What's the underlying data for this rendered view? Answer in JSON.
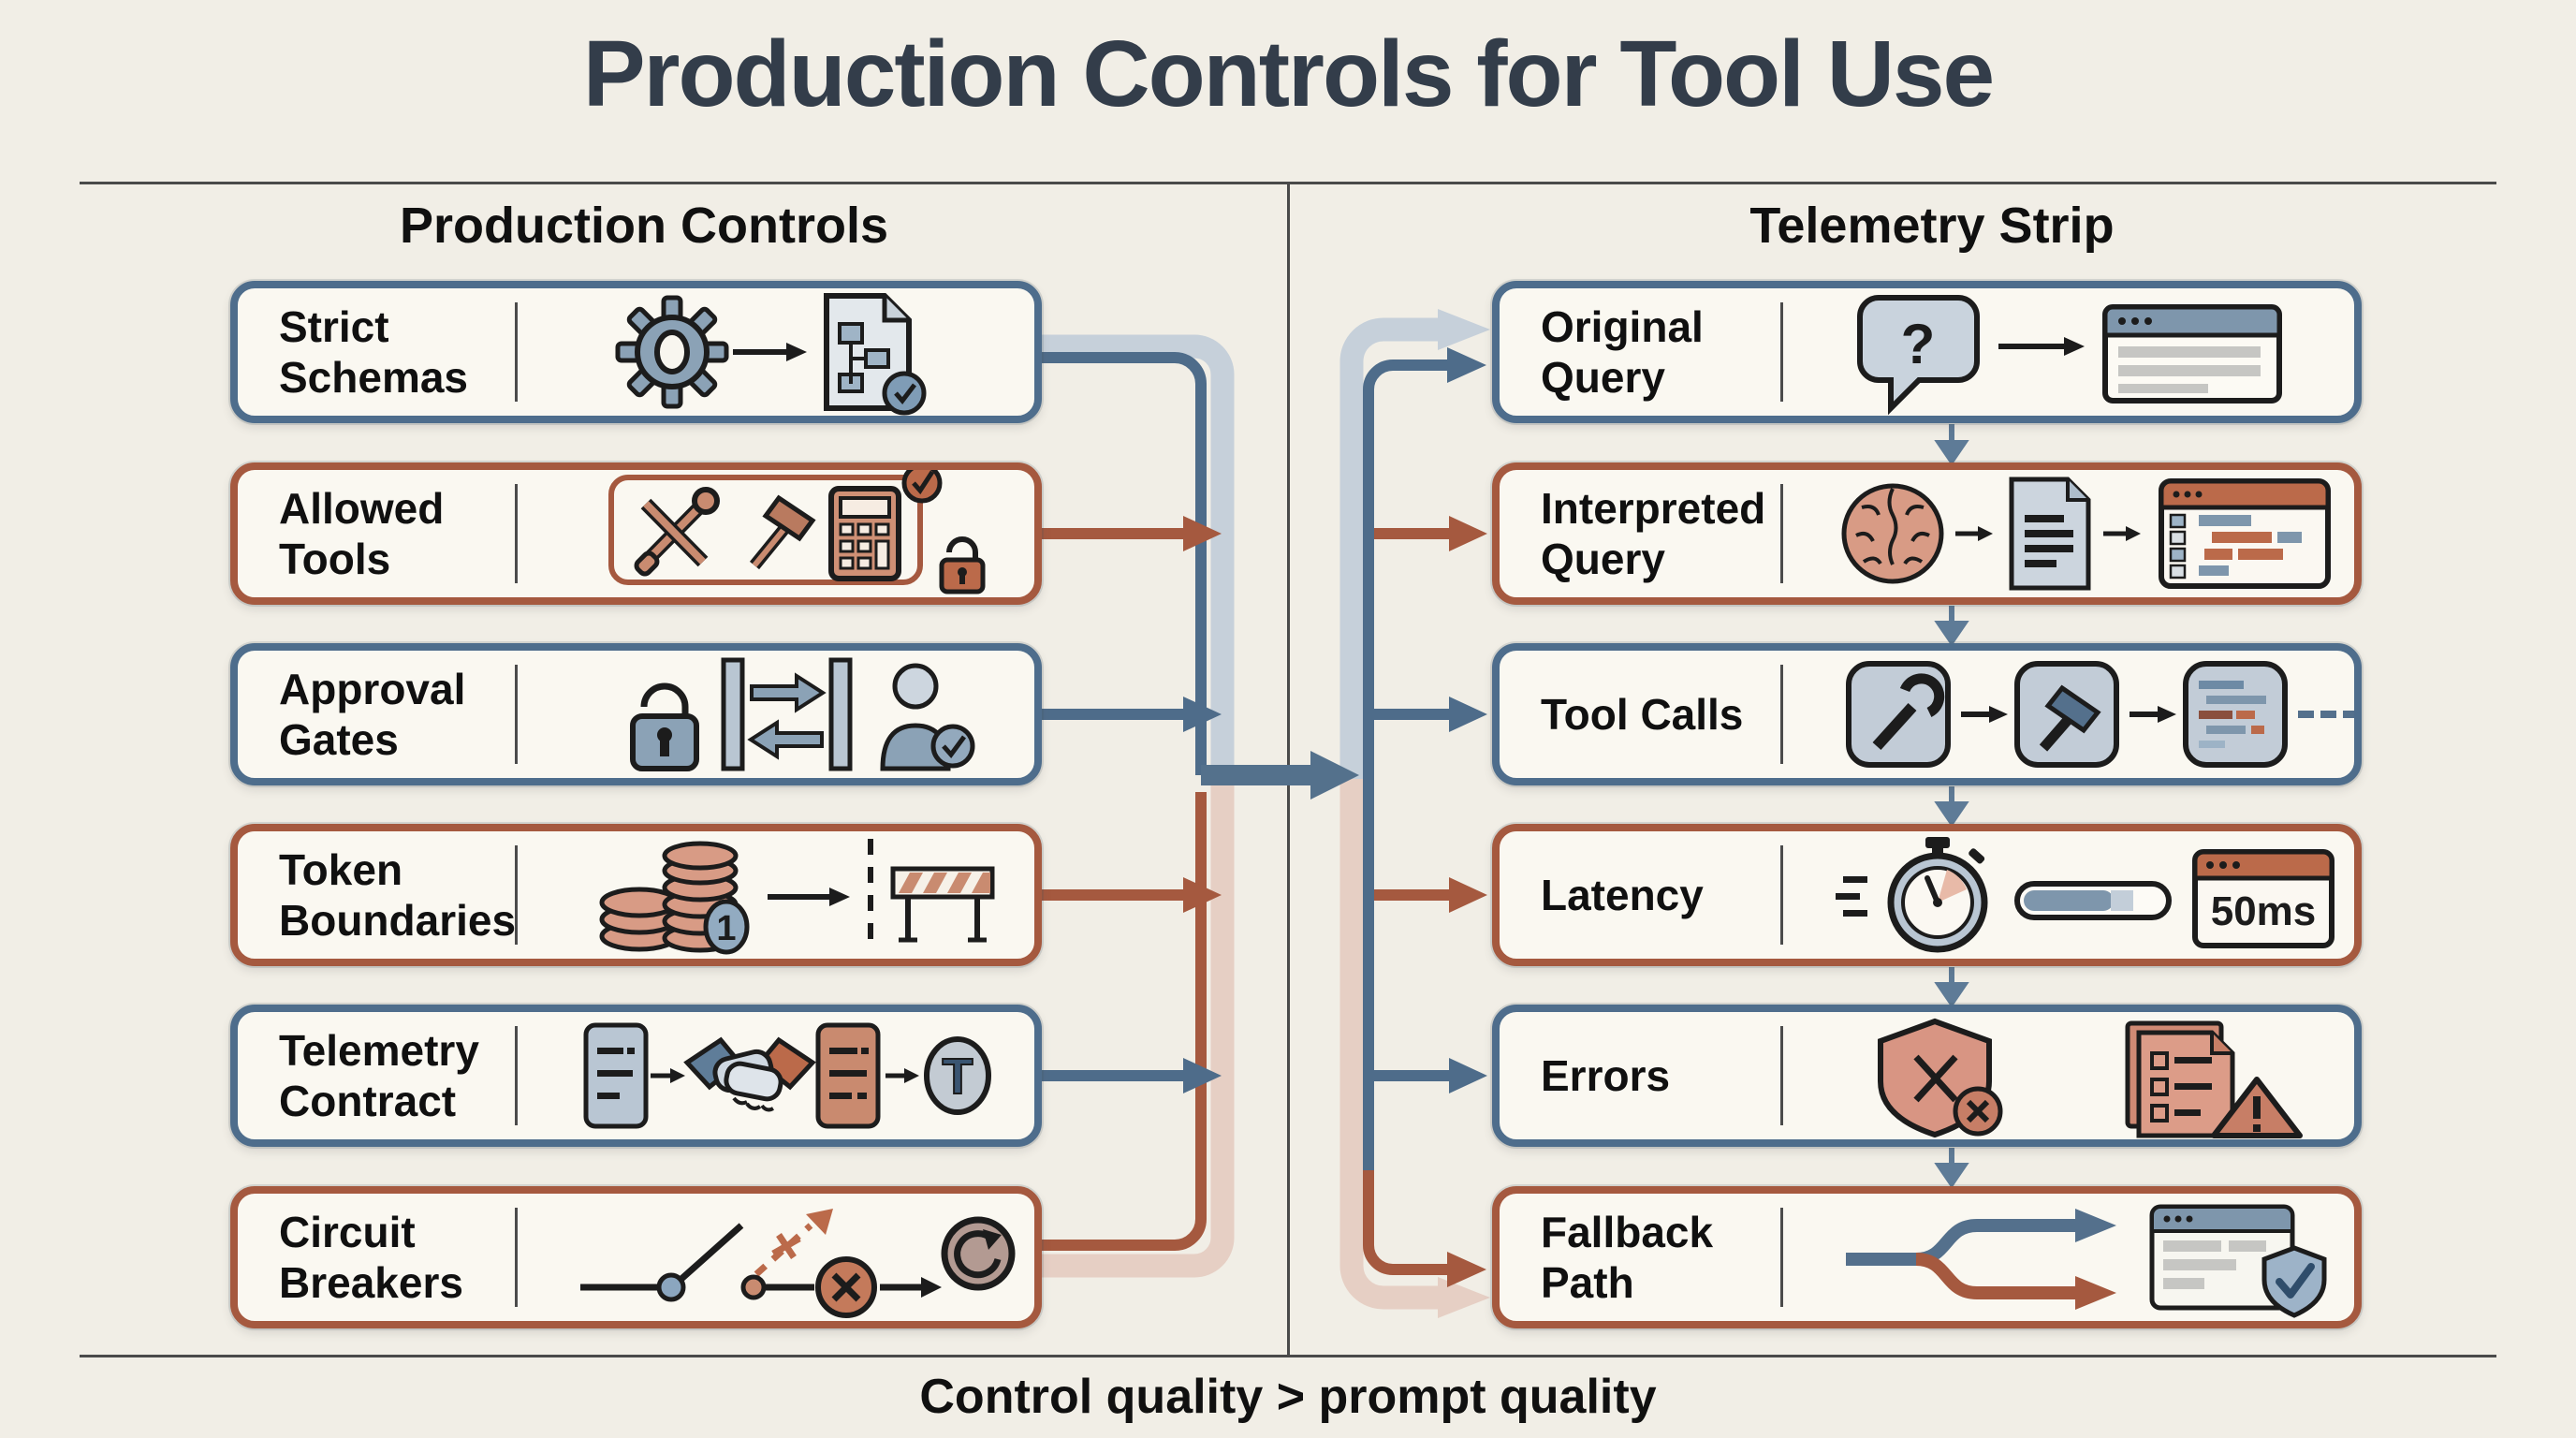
{
  "title": "Production Controls for Tool Use",
  "columns": {
    "left": {
      "header": "Production Controls"
    },
    "right": {
      "header": "Telemetry Strip"
    }
  },
  "left_boxes": [
    {
      "label": "Strict\nSchemas",
      "accent": "blue",
      "icons": [
        "gear-icon",
        "arrow-right-icon",
        "schema-document-check-icon"
      ]
    },
    {
      "label": "Allowed\nTools",
      "accent": "red",
      "icons": [
        "crossed-tools-icon",
        "hammer-icon",
        "calculator-icon",
        "check-badge-icon",
        "lock-icon"
      ]
    },
    {
      "label": "Approval\nGates",
      "accent": "blue",
      "icons": [
        "padlock-icon",
        "gate-arrows-icon",
        "person-check-icon"
      ]
    },
    {
      "label": "Token\nBoundaries",
      "accent": "red",
      "coin_badge": "1",
      "icons": [
        "coin-stack-icon",
        "arrow-right-icon",
        "dashed-limit-icon",
        "barrier-icon"
      ]
    },
    {
      "label": "Telemetry\nContract",
      "accent": "blue",
      "monogram": "T",
      "icons": [
        "document-icon",
        "handshake-icon",
        "document-icon",
        "telemetry-medal-icon"
      ]
    },
    {
      "label": "Circuit\nBreakers",
      "accent": "red",
      "icons": [
        "open-switch-icon",
        "blocked-path-icon",
        "fault-x-icon",
        "arrow-right-icon",
        "reset-icon"
      ]
    }
  ],
  "right_boxes": [
    {
      "label": "Original\nQuery",
      "accent": "blue",
      "bubble_glyph": "?",
      "icons": [
        "question-bubble-icon",
        "arrow-right-icon",
        "browser-window-icon"
      ]
    },
    {
      "label": "Interpreted\nQuery",
      "accent": "red",
      "icons": [
        "brain-icon",
        "arrow-right-icon",
        "document-icon",
        "arrow-right-icon",
        "parsed-table-icon"
      ]
    },
    {
      "label": "Tool Calls",
      "accent": "blue",
      "icons": [
        "wrench-tile-icon",
        "arrow-right-icon",
        "hammer-tile-icon",
        "arrow-right-icon",
        "code-tile-icon",
        "ellipsis-dashes-icon"
      ]
    },
    {
      "label": "Latency",
      "accent": "red",
      "value": "50ms",
      "icons": [
        "speed-lines-icon",
        "stopwatch-icon",
        "progress-bar-icon",
        "latency-window-icon"
      ]
    },
    {
      "label": "Errors",
      "accent": "blue",
      "icons": [
        "shield-x-icon",
        "error-report-icon",
        "warning-triangle-icon"
      ]
    },
    {
      "label": "Fallback\nPath",
      "accent": "red",
      "icons": [
        "fork-paths-icon",
        "verified-window-icon"
      ]
    }
  ],
  "footer": "Control quality > prompt quality",
  "colors": {
    "background": "#f1eee6",
    "box_fill": "#faf8f1",
    "blue_accent": "#4e6d8c",
    "red_accent": "#a5593f",
    "band_blue": "#c6d0da",
    "band_pink": "#e6cfc4",
    "steel_arrow": "#54718c",
    "title": "#333d4a"
  }
}
